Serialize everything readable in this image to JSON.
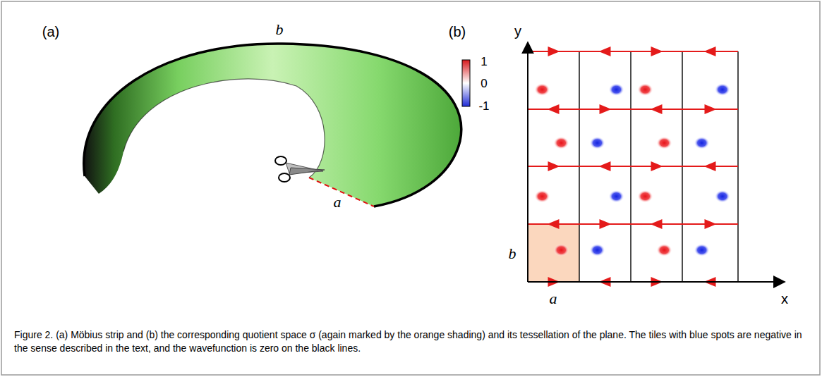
{
  "diagram": {
    "caption": "Figure 2. (a) Möbius strip and (b) the corresponding quotient space σ (again marked by the orange shading) and its tessellation of the plane. The tiles with blue spots are negative in the sense described in the text, and the wavefunction is zero on the black lines.",
    "labels": [
      "(a)",
      "b",
      "a",
      "(b)",
      "1",
      "0",
      "-1",
      "y",
      "x",
      "b",
      "a"
    ]
  }
}
